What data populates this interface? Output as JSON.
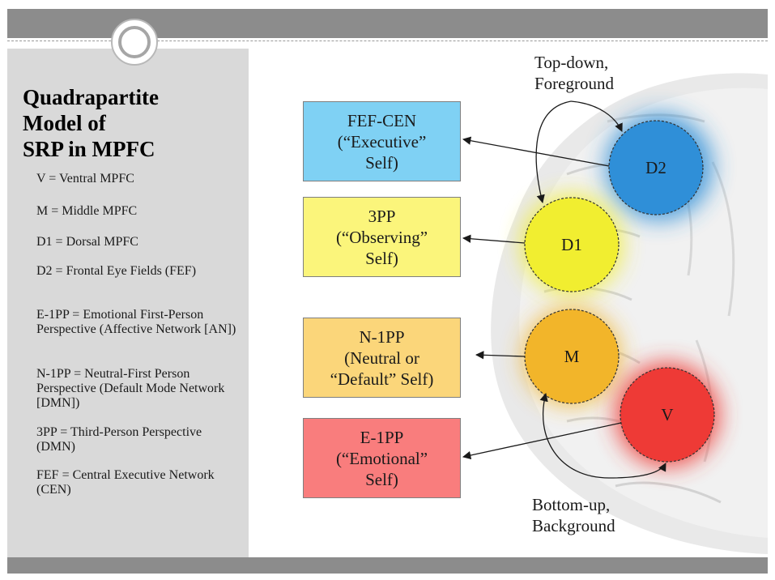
{
  "sidebar": {
    "title": "Quadrapartite\nModel of\nSRP in MPFC",
    "legend": [
      "V = Ventral MPFC",
      "M = Middle MPFC",
      "D1 = Dorsal MPFC",
      "D2 = Frontal Eye Fields (FEF)",
      "E-1PP = Emotional First-Person Perspective (Affective Network [AN])",
      "N-1PP = Neutral-First Person Perspective (Default Mode Network [DMN])",
      "3PP = Third-Person Perspective (DMN)",
      "FEF = Central Executive Network (CEN)"
    ]
  },
  "boxes": {
    "fef": "FEF-CEN\n(“Executive”\nSelf)",
    "third": "3PP\n(“Observing”\nSelf)",
    "n1pp": "N-1PP\n(Neutral or\n“Default” Self)",
    "e1pp": "E-1PP\n(“Emotional”\nSelf)"
  },
  "regions": {
    "d2": "D2",
    "d1": "D1",
    "m": "M",
    "v": "V"
  },
  "labels": {
    "top": "Top-down,\nForeground",
    "bottom": "Bottom-up,\nBackground"
  },
  "colors": {
    "d2": "#2f8fd8",
    "d1": "#f1ee30",
    "m": "#f2b52a",
    "v": "#ee3a36"
  }
}
